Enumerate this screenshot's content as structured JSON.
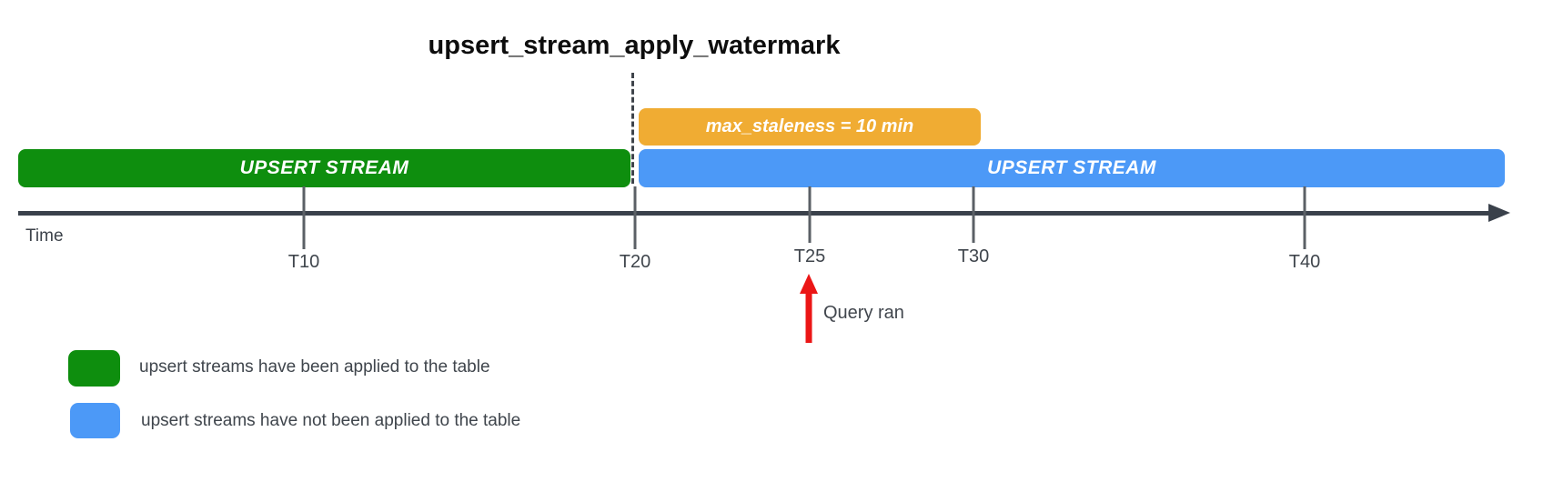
{
  "diagram": {
    "title": "upsert_stream_apply_watermark",
    "colors": {
      "applied_green": "#0E8E0E",
      "not_applied_blue": "#4C99F7",
      "staleness_orange": "#F0AC33",
      "annotation_red": "#EB1616",
      "axis_dark": "#3a414b",
      "text_gray": "#3f454c"
    },
    "bars": {
      "staleness": {
        "label": "max_staleness = 10 min"
      },
      "applied": {
        "label": "UPSERT STREAM"
      },
      "not_applied": {
        "label": "UPSERT STREAM"
      }
    },
    "timeline": {
      "axis_label": "Time",
      "ticks": [
        {
          "label": "T10"
        },
        {
          "label": "T20"
        },
        {
          "label": "T25"
        },
        {
          "label": "T30"
        },
        {
          "label": "T40"
        }
      ]
    },
    "annotation": {
      "label": "Query ran"
    },
    "legend": [
      {
        "color": "#0E8E0E",
        "label": "upsert streams have been applied to the table"
      },
      {
        "color": "#4C99F7",
        "label": "upsert streams have not been applied to the table"
      }
    ]
  }
}
